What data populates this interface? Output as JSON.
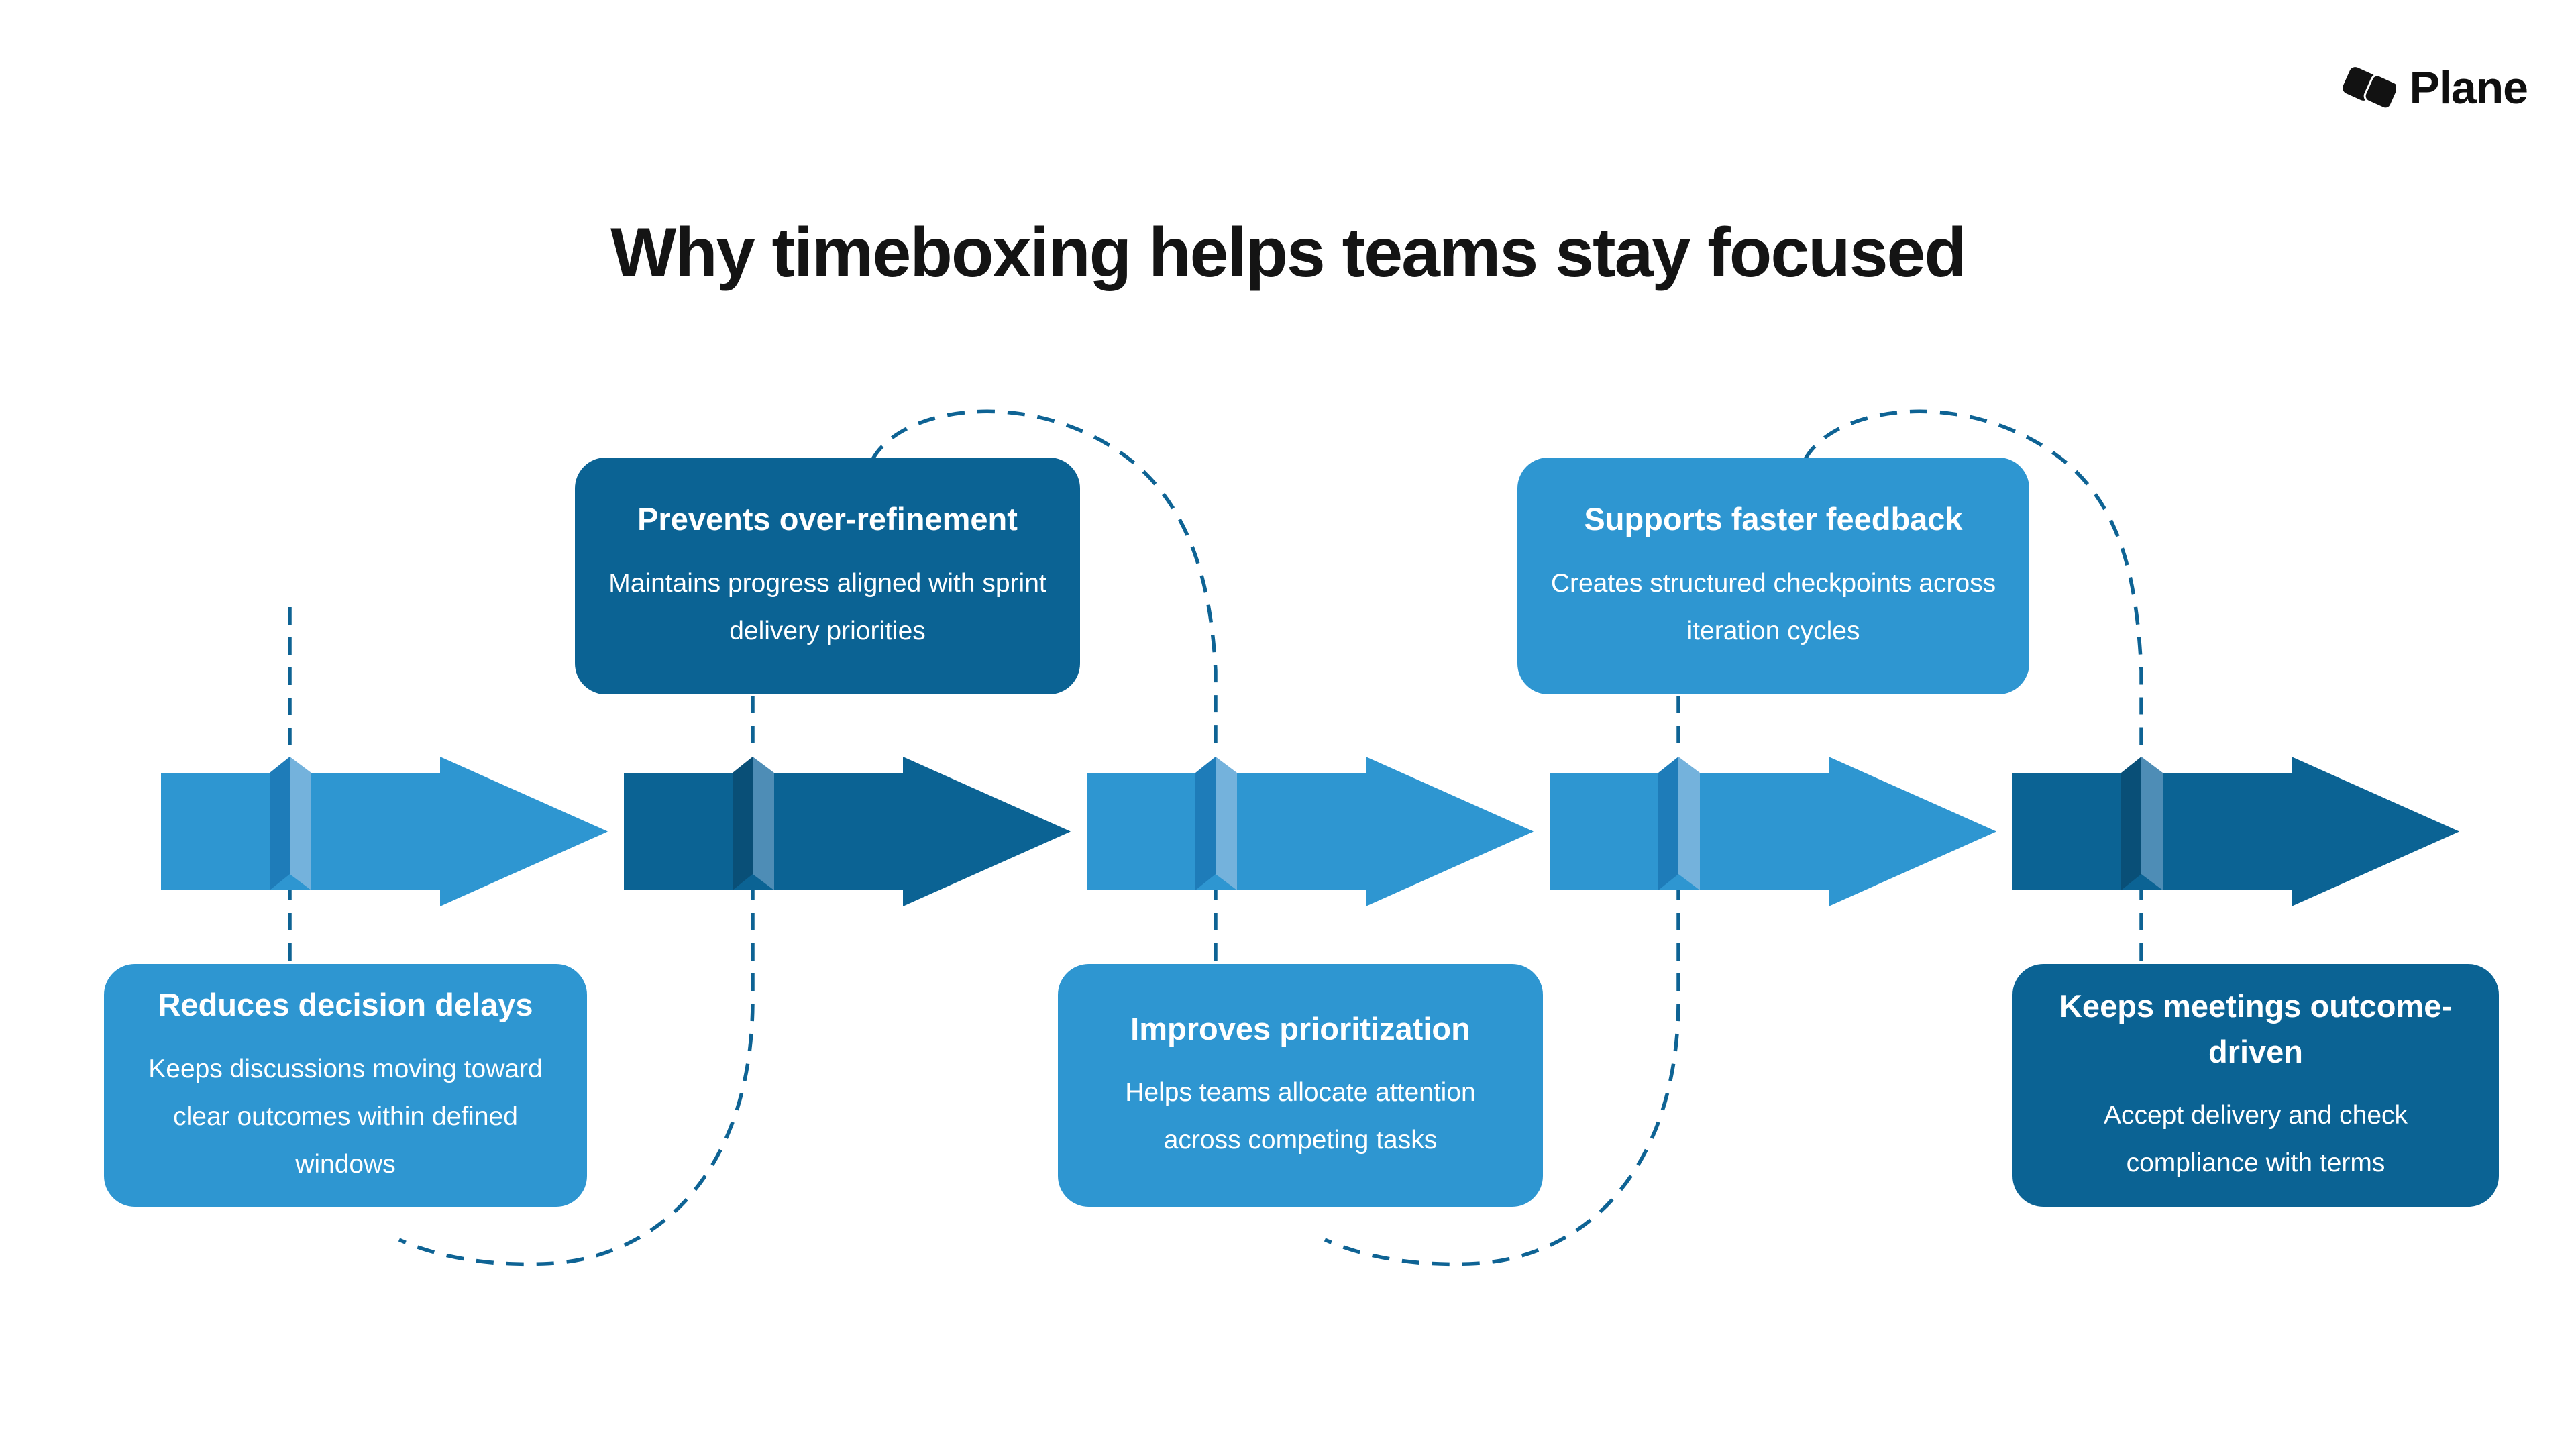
{
  "logo": {
    "text": "Plane",
    "mark": "plane-logo-mark"
  },
  "title": "Why timeboxing helps teams stay focused",
  "steps": [
    {
      "heading": "Reduces decision delays",
      "body": "Keeps discussions moving toward clear outcomes within defined windows",
      "position": "bottom",
      "tone": "light"
    },
    {
      "heading": "Prevents over-refinement",
      "body": "Maintains progress aligned with sprint delivery priorities",
      "position": "top",
      "tone": "dark"
    },
    {
      "heading": "Improves prioritization",
      "body": "Helps teams allocate attention across competing tasks",
      "position": "bottom",
      "tone": "light"
    },
    {
      "heading": "Supports faster feedback",
      "body": "Creates structured checkpoints across iteration cycles",
      "position": "top",
      "tone": "light"
    },
    {
      "heading": "Keeps meetings outcome-driven",
      "body": "Accept delivery and check compliance with terms",
      "position": "bottom",
      "tone": "dark"
    }
  ],
  "arrows": [
    {
      "tone": "light"
    },
    {
      "tone": "dark"
    },
    {
      "tone": "light"
    },
    {
      "tone": "light"
    },
    {
      "tone": "dark"
    }
  ],
  "colors": {
    "background": "#ffffff",
    "title_text": "#141414",
    "logo_text": "#0f0f0f",
    "box_text": "#ffffff",
    "dash": "#0e6394",
    "light": {
      "main": "#2e96d1",
      "fold_shadow": "#1e7cb9",
      "fold_highlight": "#74b2dc"
    },
    "dark": {
      "main": "#0b6394",
      "fold_shadow": "#094f77",
      "fold_highlight": "#4e8db6"
    }
  }
}
